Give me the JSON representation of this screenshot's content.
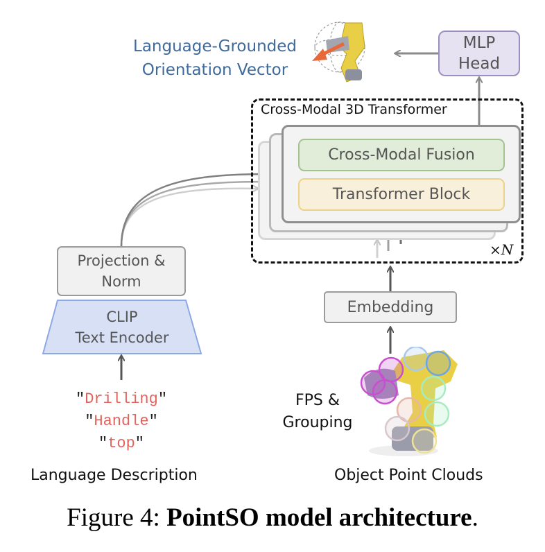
{
  "output": {
    "label_line1": "Language-Grounded",
    "label_line2": "Orientation Vector",
    "label_color": "#3f6a9b",
    "vector_color": "#e8683a"
  },
  "mlp_head": {
    "line1": "MLP",
    "line2": "Head",
    "fill": "#e6e2f2",
    "border": "#9a8fbf"
  },
  "transformer": {
    "title": "Cross-Modal 3D Transformer",
    "repeat_label": "×N",
    "fusion_label": "Cross-Modal Fusion",
    "fusion_fill": "#e1ecd9",
    "fusion_border": "#a5c28f",
    "block_label": "Transformer Block",
    "block_fill": "#f8f0da",
    "block_border": "#ecd186"
  },
  "projection": {
    "line1": "Projection &",
    "line2": "Norm"
  },
  "clip": {
    "line1": "CLIP",
    "line2": "Text Encoder",
    "fill": "#d7e0f5",
    "border": "#8ea8e3"
  },
  "prompts": {
    "items": [
      "Drilling",
      "Handle",
      "top"
    ],
    "color": "#e0645c",
    "label": "Language Description"
  },
  "embedding": {
    "label": "Embedding"
  },
  "point_cloud": {
    "grouping_line1": "FPS &",
    "grouping_line2": "Grouping",
    "label": "Object Point Clouds",
    "group_colors": [
      "#c94fd0",
      "#c94fd0",
      "#c94fd0",
      "#a9c8ea",
      "#6fa4dc",
      "#a7ecc0",
      "#a7ecc0",
      "#e8b6a6",
      "#d9c7cf",
      "#efe39a"
    ]
  },
  "caption": {
    "prefix": "Figure 4: ",
    "title": "PointSO model architecture",
    "suffix": "."
  }
}
